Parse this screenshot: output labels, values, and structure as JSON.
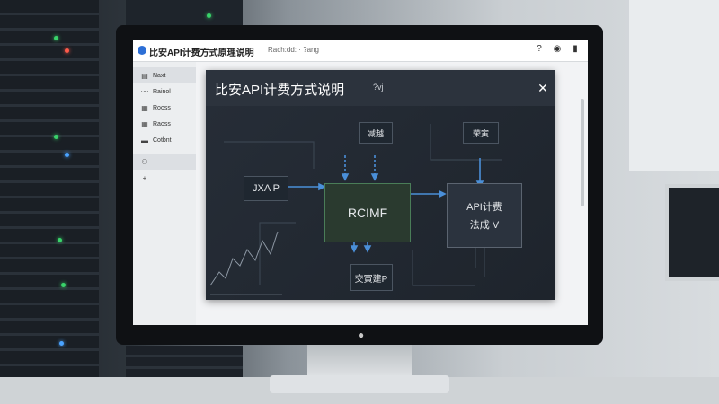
{
  "window": {
    "title": "比安API计费方式原理说明",
    "tab_label": "Rach:dd: · ?ang"
  },
  "titlebar_icons": [
    "help-icon",
    "user-icon",
    "trash-icon"
  ],
  "sidebar": {
    "items": [
      {
        "label": "Naxt",
        "icon": "document-icon"
      },
      {
        "label": "Rainol",
        "icon": "chart-line-icon"
      },
      {
        "label": "Rooss",
        "icon": "table-icon"
      },
      {
        "label": "Raoss",
        "icon": "table-icon"
      },
      {
        "label": "Cotbnt",
        "icon": "folder-icon"
      },
      {
        "label": "",
        "icon": "people-icon"
      },
      {
        "label": "",
        "icon": "plus-icon"
      }
    ]
  },
  "dialog": {
    "title": "比安API计费方式说明",
    "subtitle": "?vj",
    "nodes": {
      "input_top_left": "减越",
      "input_top_right": "荣寅",
      "left_source": "JXA P",
      "center": "RCIMF",
      "right_output_line1": "API计费",
      "right_output_line2": "法成 V",
      "bottom": "交寅建P"
    }
  },
  "colors": {
    "dialog_bg": "#242a33",
    "chip_accent": "#4a7d58",
    "arrow_blue": "#4a8fd8",
    "app_icon": "#2d6fd6"
  }
}
